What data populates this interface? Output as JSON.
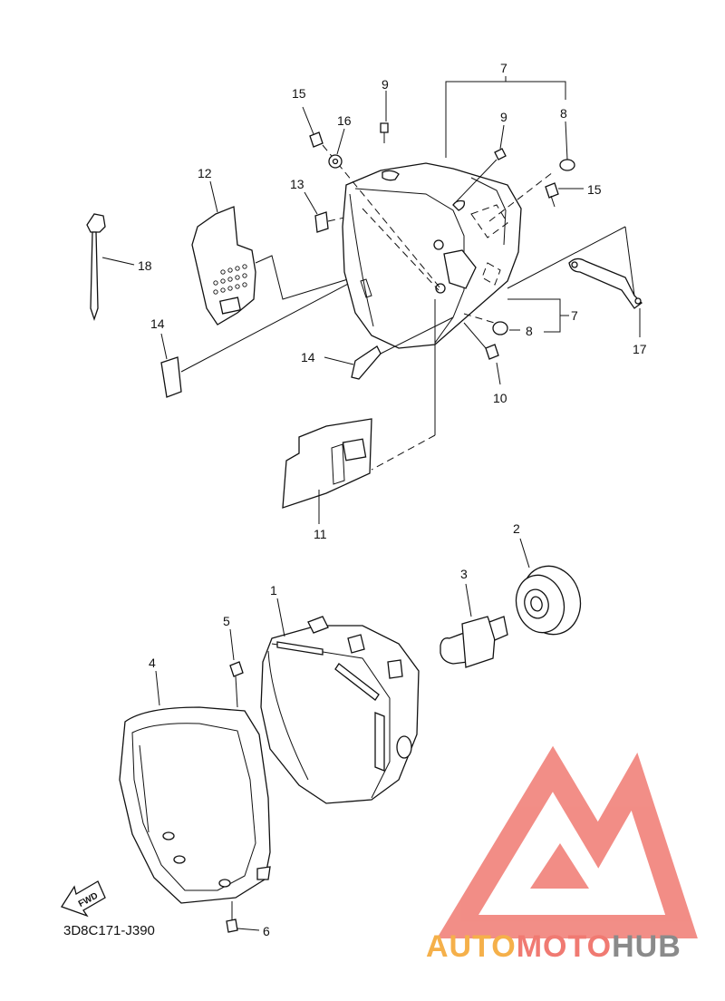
{
  "diagram": {
    "code": "3D8C171-J390",
    "fwd_label": "FWD",
    "callouts": {
      "c1": "1",
      "c2": "2",
      "c3": "3",
      "c4": "4",
      "c5": "5",
      "c6": "6",
      "c7a": "7",
      "c7b": "7",
      "c8a": "8",
      "c8b": "8",
      "c9a": "9",
      "c9b": "9",
      "c10": "10",
      "c11": "11",
      "c12": "12",
      "c13": "13",
      "c14a": "14",
      "c14b": "14",
      "c15a": "15",
      "c15b": "15",
      "c16": "16",
      "c17": "17",
      "c18": "18"
    }
  },
  "watermark": {
    "part1": "AUTO",
    "part2": "MOTO",
    "part3": "HUB",
    "color_orange": "#f5b04a",
    "color_red": "#f07a72",
    "color_gray": "#8a8a8a"
  }
}
